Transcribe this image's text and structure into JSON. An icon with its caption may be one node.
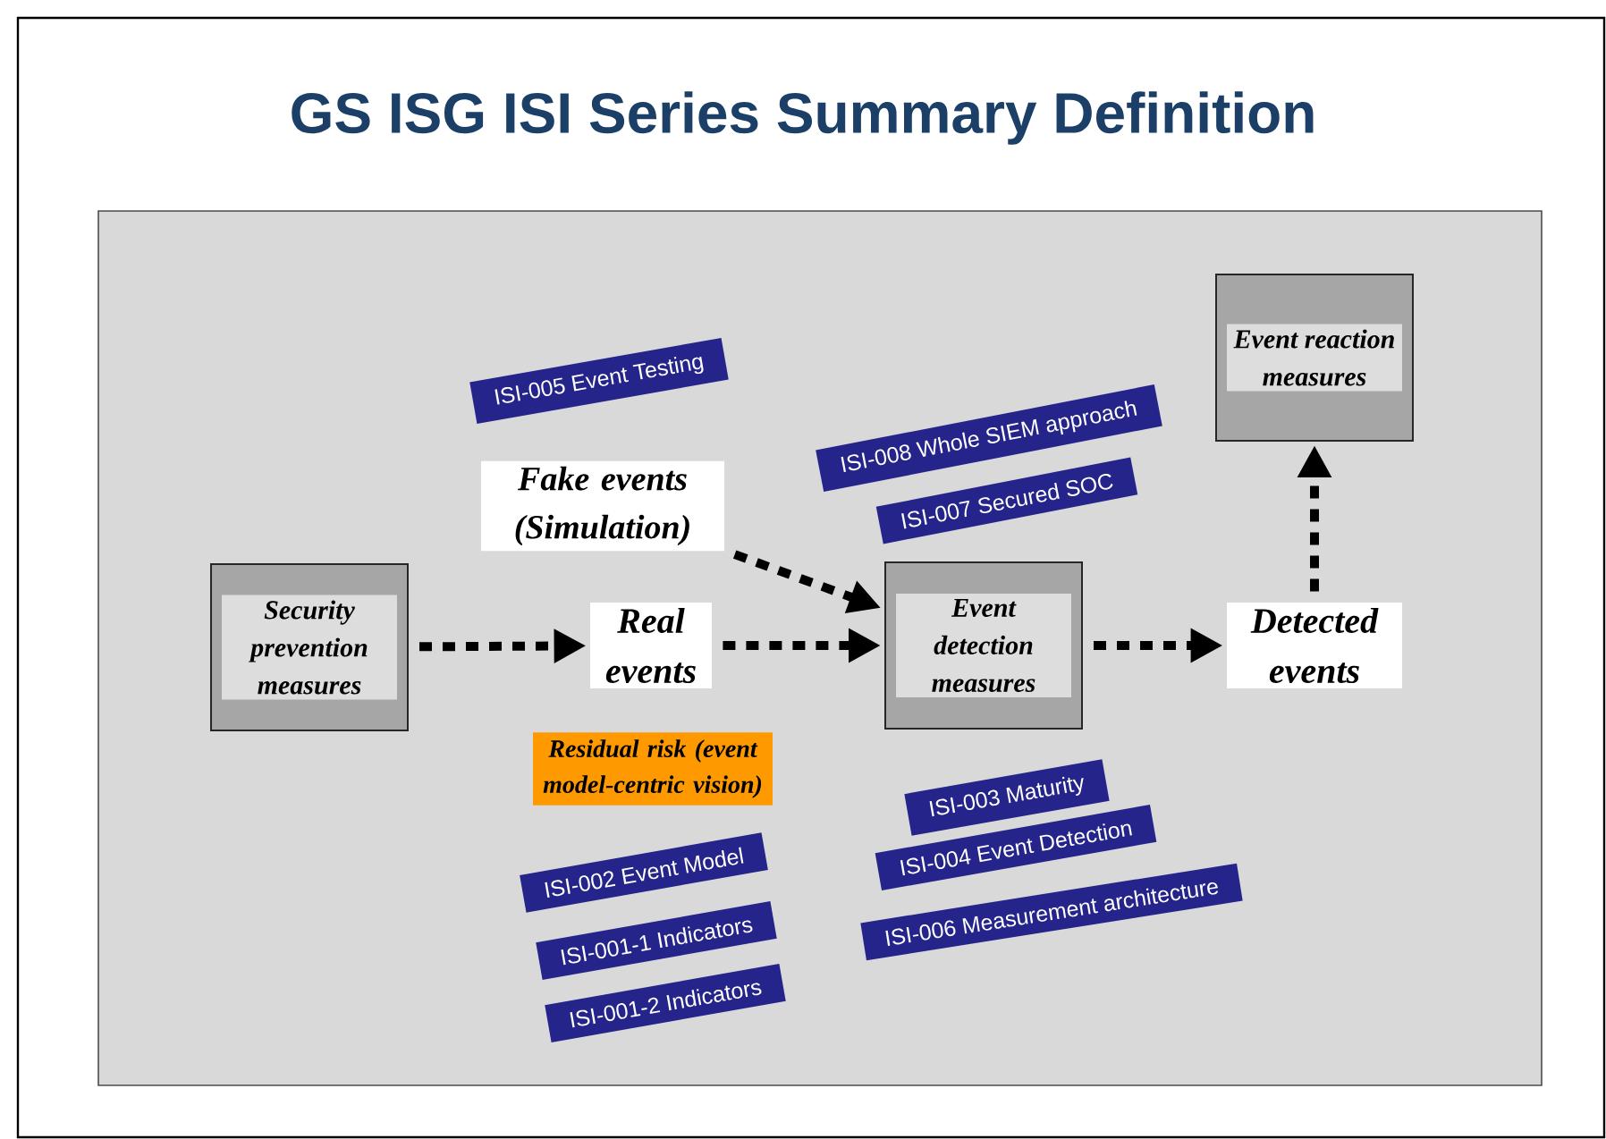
{
  "diagram": {
    "title": "GS ISG ISI Series Summary Definition",
    "nodes": [
      {
        "text": [
          "Event reaction measures"
        ]
      },
      {
        "text": [
          "ISI-005  Event Testing"
        ]
      },
      {
        "text": [
          "ISI-008 Whole SIEM approach"
        ]
      },
      {
        "text": [
          "ISI-007  Secured SOC"
        ]
      },
      {
        "text": [
          "Fake events (Simulation)"
        ]
      },
      {
        "text": [
          "Security prevention measures"
        ]
      },
      {
        "text": [
          "Real events"
        ]
      },
      {
        "text": [
          "Event detection measures"
        ]
      },
      {
        "text": [
          "Detected events"
        ]
      },
      {
        "text": [
          "Residual risk (event model-centric vision)"
        ]
      },
      {
        "text": [
          "ISI-003  Maturity"
        ]
      },
      {
        "text": [
          "ISI-004  Event Detection"
        ]
      },
      {
        "text": [
          "ISI-002  Event Model"
        ]
      },
      {
        "text": [
          "ISI-006 Measurement architecture"
        ]
      },
      {
        "text": [
          "ISI-001-1  Indicators"
        ]
      },
      {
        "text": [
          "ISI-001-2  Indicators"
        ]
      }
    ],
    "edges": [
      {
        "from": 5,
        "to": 6,
        "arrow": "to"
      },
      {
        "from": 6,
        "to": 7,
        "arrow": "to"
      },
      {
        "from": 4,
        "to": 7,
        "arrow": "to"
      },
      {
        "from": 7,
        "to": 8,
        "arrow": "to"
      },
      {
        "from": 8,
        "to": 0,
        "arrow": "to"
      }
    ]
  }
}
